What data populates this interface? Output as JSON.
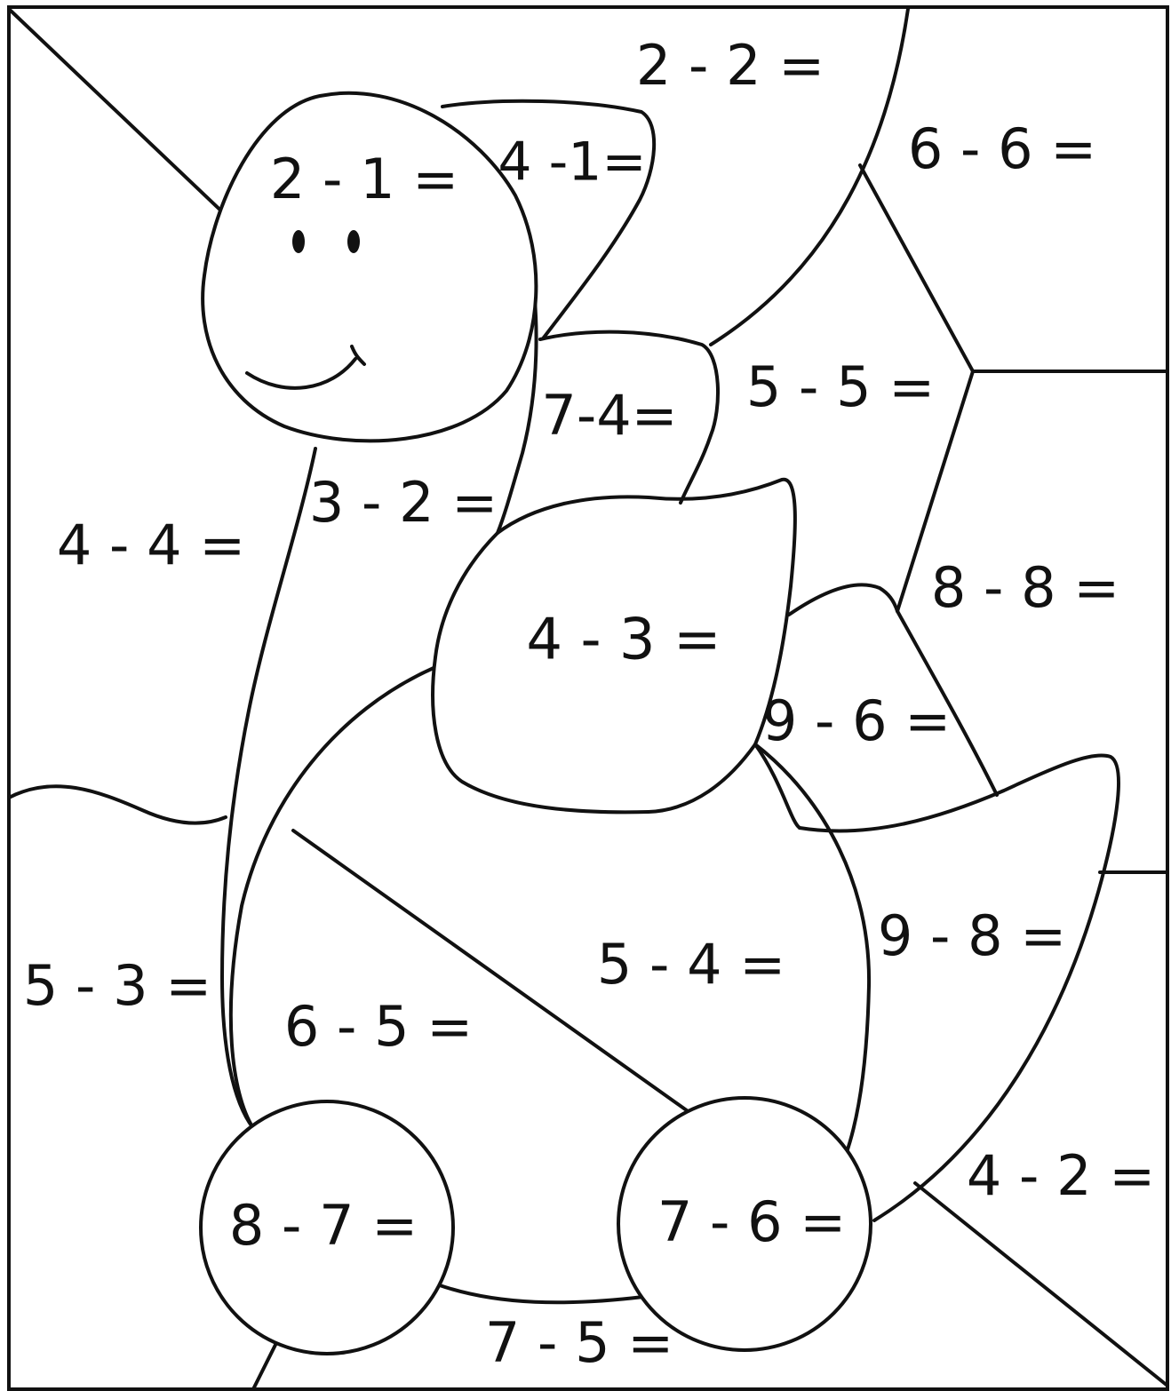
{
  "worksheet": {
    "line_color": "#111111",
    "background": "#ffffff",
    "equations": [
      {
        "id": "eq-2-2",
        "text": "2 - 2 ="
      },
      {
        "id": "eq-6-6",
        "text": "6 - 6 ="
      },
      {
        "id": "eq-2-1",
        "text": "2 - 1 ="
      },
      {
        "id": "eq-4-1",
        "text": "4 -1="
      },
      {
        "id": "eq-7-4",
        "text": "7-4="
      },
      {
        "id": "eq-5-5",
        "text": "5 - 5 ="
      },
      {
        "id": "eq-3-2",
        "text": "3 - 2 ="
      },
      {
        "id": "eq-4-4",
        "text": "4 - 4 ="
      },
      {
        "id": "eq-4-3",
        "text": "4 - 3 ="
      },
      {
        "id": "eq-8-8",
        "text": "8 - 8 ="
      },
      {
        "id": "eq-9-6",
        "text": "9 - 6 ="
      },
      {
        "id": "eq-9-8",
        "text": "9 - 8 ="
      },
      {
        "id": "eq-5-4",
        "text": "5 - 4 ="
      },
      {
        "id": "eq-5-3",
        "text": "5 - 3 ="
      },
      {
        "id": "eq-6-5",
        "text": "6 - 5 ="
      },
      {
        "id": "eq-4-2",
        "text": "4 - 2 ="
      },
      {
        "id": "eq-8-7",
        "text": "8 - 7 ="
      },
      {
        "id": "eq-7-6",
        "text": "7 - 6 ="
      },
      {
        "id": "eq-7-5",
        "text": "7 - 5 ="
      }
    ]
  }
}
